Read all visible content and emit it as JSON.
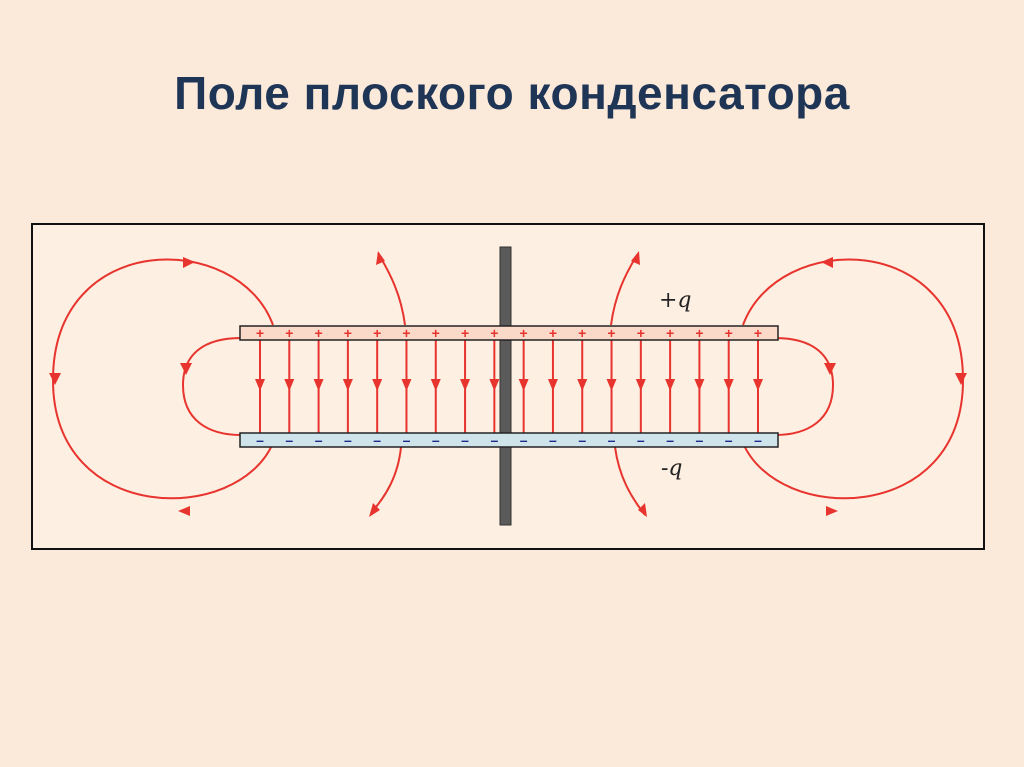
{
  "title": "Поле плоского конденсатора",
  "diagram": {
    "top_plate_label": "+q",
    "bottom_plate_label": "-q",
    "top_plate_sign": "+",
    "bottom_plate_sign": "–",
    "field_line_count": 18,
    "colors": {
      "field": "#e8342e",
      "top_plate": "#fbd9c9",
      "bottom_plate": "#cfe4ea",
      "plate_border": "#222",
      "bottom_signs": "#1a2a8a",
      "stand": "#5a5a5a",
      "frame_background": "#fdefe1",
      "page_background": "#fbe9da",
      "title": "#1f3556"
    }
  }
}
